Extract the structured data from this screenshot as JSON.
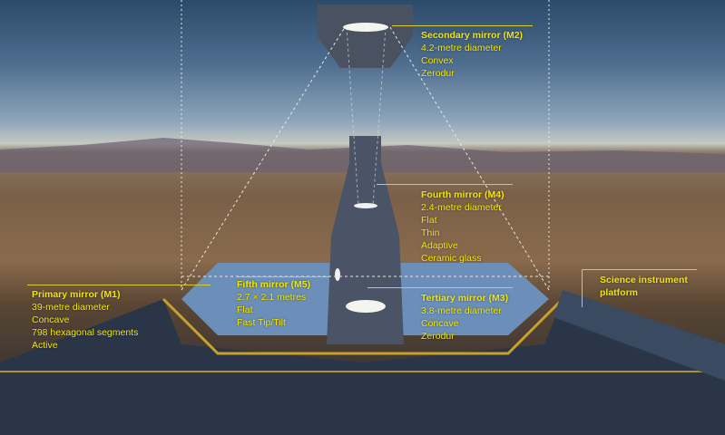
{
  "labels": {
    "m2": {
      "title": "Secondary mirror (M2)",
      "lines": [
        "4.2-metre diameter",
        "Convex",
        "Zerodur"
      ]
    },
    "m4": {
      "title": "Fourth mirror (M4)",
      "lines": [
        "2.4-metre diameter",
        "Flat",
        "Thin",
        "Adaptive",
        "Ceramic glass"
      ]
    },
    "m1": {
      "title": "Primary mirror (M1)",
      "lines": [
        "39-metre diameter",
        "Concave",
        "798 hexagonal segments",
        "Active"
      ]
    },
    "m5": {
      "title": "Fifth mirror (M5)",
      "lines": [
        "2.7 × 2.1 metres",
        "Flat",
        "Fast Tip/Tilt"
      ]
    },
    "m3": {
      "title": "Tertiary mirror (M3)",
      "lines": [
        "3.8-metre diameter",
        "Concave",
        "Zerodur"
      ]
    },
    "platform": {
      "title": "Science instrument platform"
    }
  },
  "colors": {
    "label": "#f2e600",
    "rule": "#d8cc30"
  }
}
